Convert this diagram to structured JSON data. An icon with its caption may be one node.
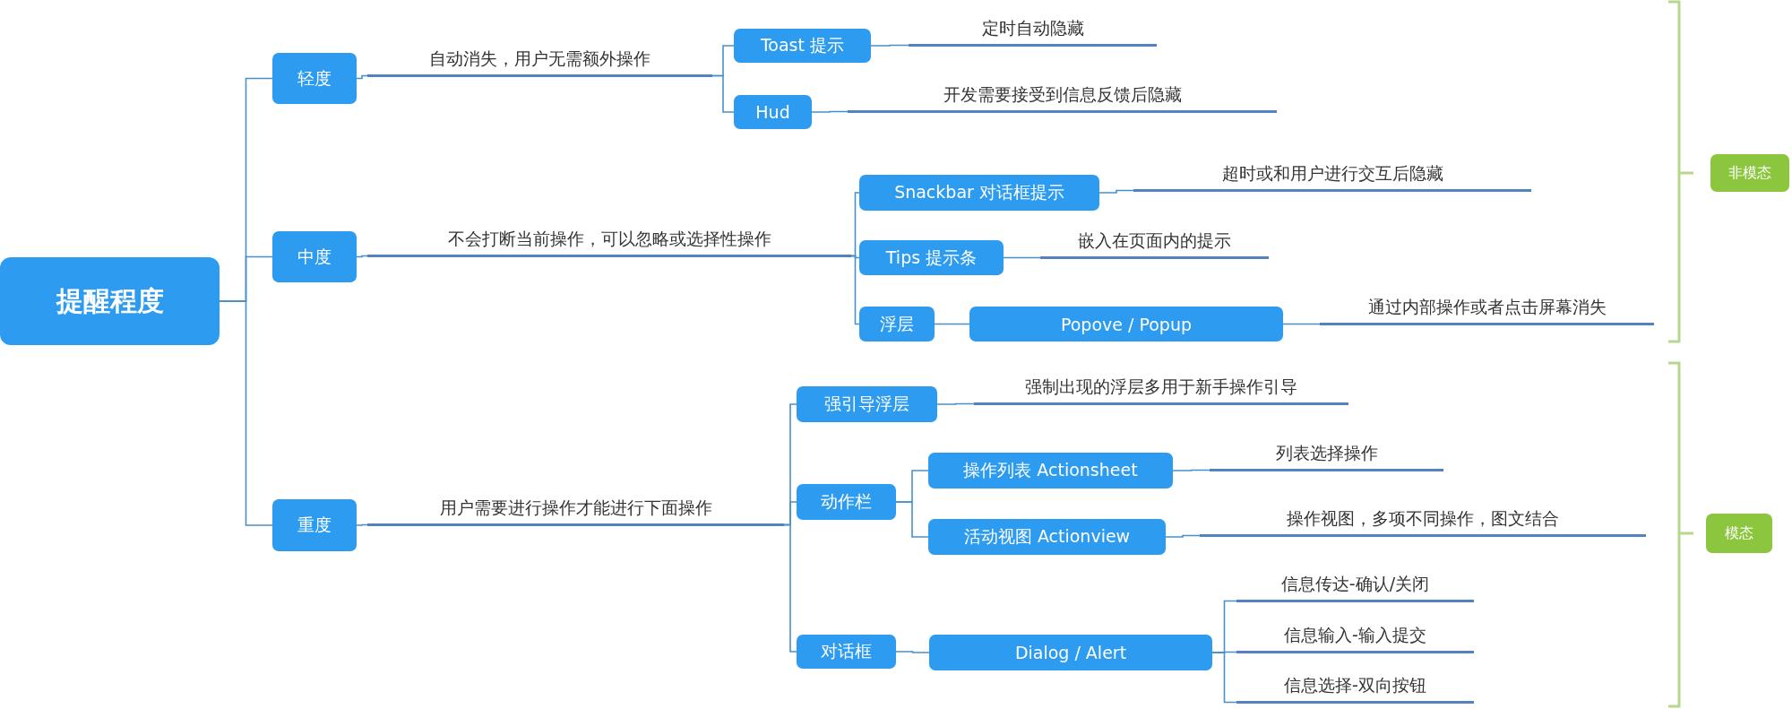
{
  "diagram": {
    "nodes": [
      {
        "text": [
          "提醒程度"
        ]
      },
      {
        "text": [
          "轻度"
        ]
      },
      {
        "text": [
          "自动消失，用户无需额外操作"
        ]
      },
      {
        "text": [
          "Toast 提示"
        ]
      },
      {
        "text": [
          "定时自动隐藏"
        ]
      },
      {
        "text": [
          "Hud"
        ]
      },
      {
        "text": [
          "开发需要接受到信息反馈后隐藏"
        ]
      },
      {
        "text": [
          "中度"
        ]
      },
      {
        "text": [
          "不会打断当前操作，可以忽略或选择性操作"
        ]
      },
      {
        "text": [
          "Snackbar 对话框提示"
        ]
      },
      {
        "text": [
          "超时或和用户进行交互后隐藏"
        ]
      },
      {
        "text": [
          "Tips 提示条"
        ]
      },
      {
        "text": [
          "嵌入在页面内的提示"
        ]
      },
      {
        "text": [
          "浮层"
        ]
      },
      {
        "text": [
          "Popove / Popup"
        ]
      },
      {
        "text": [
          "通过内部操作或者点击屏幕消失"
        ]
      },
      {
        "text": [
          "重度"
        ]
      },
      {
        "text": [
          "用户需要进行操作才能进行下面操作"
        ]
      },
      {
        "text": [
          "强引导浮层"
        ]
      },
      {
        "text": [
          "强制出现的浮层多用于新手操作引导"
        ]
      },
      {
        "text": [
          "动作栏"
        ]
      },
      {
        "text": [
          "操作列表 Actionsheet"
        ]
      },
      {
        "text": [
          "列表选择操作"
        ]
      },
      {
        "text": [
          "活动视图 Actionview"
        ]
      },
      {
        "text": [
          "操作视图，多项不同操作，图文结合"
        ]
      },
      {
        "text": [
          "对话框"
        ]
      },
      {
        "text": [
          "Dialog / Alert"
        ]
      },
      {
        "text": [
          "信息传达-确认/关闭"
        ]
      },
      {
        "text": [
          "信息输入-输入提交"
        ]
      },
      {
        "text": [
          "信息选择-双向按钮"
        ]
      },
      {
        "text": [
          "非模态"
        ]
      },
      {
        "text": [
          "模态"
        ]
      }
    ],
    "edges": [
      {
        "from": 0,
        "to": 1,
        "arrow": "none"
      },
      {
        "from": 0,
        "to": 7,
        "arrow": "none"
      },
      {
        "from": 0,
        "to": 16,
        "arrow": "none"
      },
      {
        "from": 1,
        "to": 2,
        "arrow": "none"
      },
      {
        "from": 2,
        "to": 3,
        "arrow": "none"
      },
      {
        "from": 2,
        "to": 5,
        "arrow": "none"
      },
      {
        "from": 3,
        "to": 4,
        "arrow": "none"
      },
      {
        "from": 5,
        "to": 6,
        "arrow": "none"
      },
      {
        "from": 7,
        "to": 8,
        "arrow": "none"
      },
      {
        "from": 8,
        "to": 9,
        "arrow": "none"
      },
      {
        "from": 8,
        "to": 11,
        "arrow": "none"
      },
      {
        "from": 8,
        "to": 13,
        "arrow": "none"
      },
      {
        "from": 9,
        "to": 10,
        "arrow": "none"
      },
      {
        "from": 11,
        "to": 12,
        "arrow": "none"
      },
      {
        "from": 13,
        "to": 14,
        "arrow": "none"
      },
      {
        "from": 14,
        "to": 15,
        "arrow": "none"
      },
      {
        "from": 16,
        "to": 17,
        "arrow": "none"
      },
      {
        "from": 17,
        "to": 18,
        "arrow": "none"
      },
      {
        "from": 17,
        "to": 20,
        "arrow": "none"
      },
      {
        "from": 17,
        "to": 25,
        "arrow": "none"
      },
      {
        "from": 18,
        "to": 19,
        "arrow": "none"
      },
      {
        "from": 20,
        "to": 21,
        "arrow": "none"
      },
      {
        "from": 20,
        "to": 23,
        "arrow": "none"
      },
      {
        "from": 21,
        "to": 22,
        "arrow": "none"
      },
      {
        "from": 23,
        "to": 24,
        "arrow": "none"
      },
      {
        "from": 25,
        "to": 26,
        "arrow": "none"
      },
      {
        "from": 26,
        "to": 27,
        "arrow": "none"
      },
      {
        "from": 26,
        "to": 28,
        "arrow": "none"
      },
      {
        "from": 26,
        "to": 29,
        "arrow": "none"
      }
    ]
  }
}
